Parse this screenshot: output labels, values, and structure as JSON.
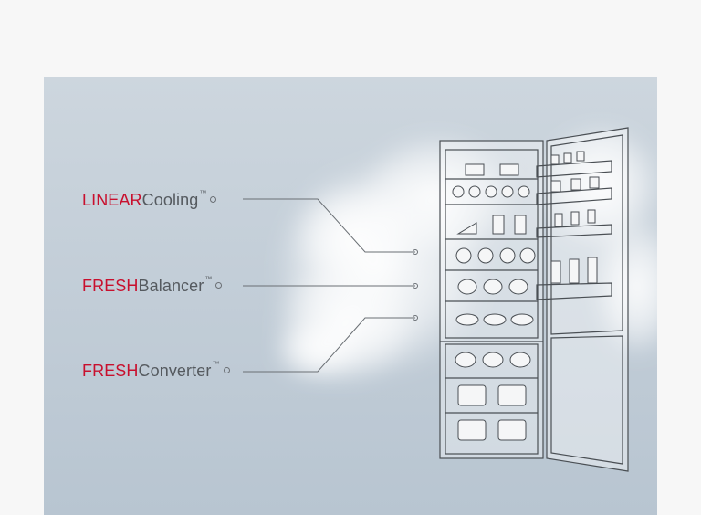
{
  "features": [
    {
      "highlight": "LINEAR",
      "rest": "Cooling",
      "tm": "™"
    },
    {
      "highlight": "FRESH",
      "rest": "Balancer",
      "tm": "™"
    },
    {
      "highlight": "FRESH",
      "rest": "Converter",
      "tm": "™"
    }
  ],
  "colors": {
    "highlight": "#c8102e",
    "text": "#555a5f",
    "panel": "#c3ced8",
    "line": "#5f6368"
  }
}
